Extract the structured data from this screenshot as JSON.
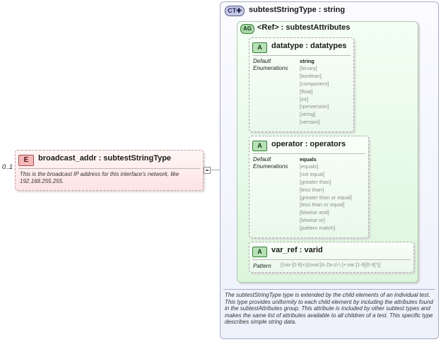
{
  "element": {
    "badge": "E",
    "title": "broadcast_addr : subtestStringType",
    "cardinality": "0..1",
    "documentation": "This is the broadcast IP address for this interface's network, like 192.168.255.255."
  },
  "complex_type": {
    "badge": "CT",
    "title": "subtestStringType : string",
    "documentation": "The subtestStringType type is extended by the child elements of an individual test.  This type provides uniformity to each child element by including the attributes found in the subtestAttributes group.  This attribute is included by other subtest types and makes the same list of attributes available to all children of a test.  This specific type describes simple string data."
  },
  "attribute_group": {
    "badge": "AG",
    "title": "<Ref>     : subtestAttributes"
  },
  "attributes": [
    {
      "badge": "A",
      "title": "datatype : datatypes",
      "default_label": "Default",
      "default_value": "string",
      "enumerations_label": "Enumerations",
      "enumerations": [
        "[binary]",
        "[boolean]",
        "[component]",
        "[float]",
        "[int]",
        "[rpmversion]",
        "[string]",
        "[version]"
      ]
    },
    {
      "badge": "A",
      "title": "operator : operators",
      "default_label": "Default",
      "default_value": "equals",
      "enumerations_label": "Enumerations",
      "enumerations": [
        "[equals]",
        "[not equal]",
        "[greater than]",
        "[less than]",
        "[greater than or equal]",
        "[less than or equal]",
        "[bitwise and]",
        "[bitwise or]",
        "[pattern match]"
      ]
    },
    {
      "badge": "A",
      "title": "var_ref   : varid",
      "pattern_label": "Pattern",
      "pattern_value": "[(var-[0-9]+)|(oval:[A-Za-z\\-\\.]+:var:[1-9][0-9]*)]"
    }
  ]
}
